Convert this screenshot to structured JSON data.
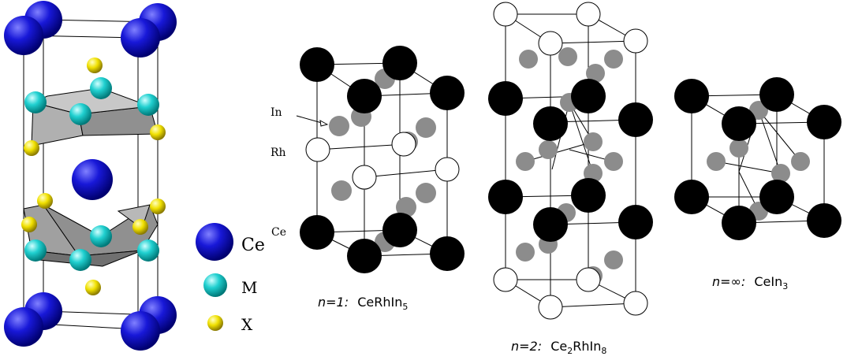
{
  "colors": {
    "ce_blue": "#1010c8",
    "m_cyan": "#20d0d0",
    "x_yellow": "#f0e000",
    "black_atom": "#000000",
    "gray_atom": "#8c8c8c",
    "white_atom": "#ffffff",
    "polyhedron": "#a8a8a8"
  },
  "legend": {
    "items": [
      {
        "key": "ce",
        "label": "Ce"
      },
      {
        "key": "m",
        "label": "M"
      },
      {
        "key": "x",
        "label": "X"
      }
    ],
    "overlay_label": "Ce"
  },
  "side_labels": {
    "in": "In",
    "rh": "Rh"
  },
  "captions": {
    "n1": {
      "prefix": "n=1:",
      "formula": "CeRhIn",
      "sub": "5"
    },
    "n2": {
      "prefix": "n=2:",
      "formula_a": "Ce",
      "sub_a": "2",
      "formula_b": "RhIn",
      "sub_b": "8"
    },
    "ninf": {
      "prefix": "n=∞:",
      "formula": "CeIn",
      "sub": "3"
    }
  }
}
